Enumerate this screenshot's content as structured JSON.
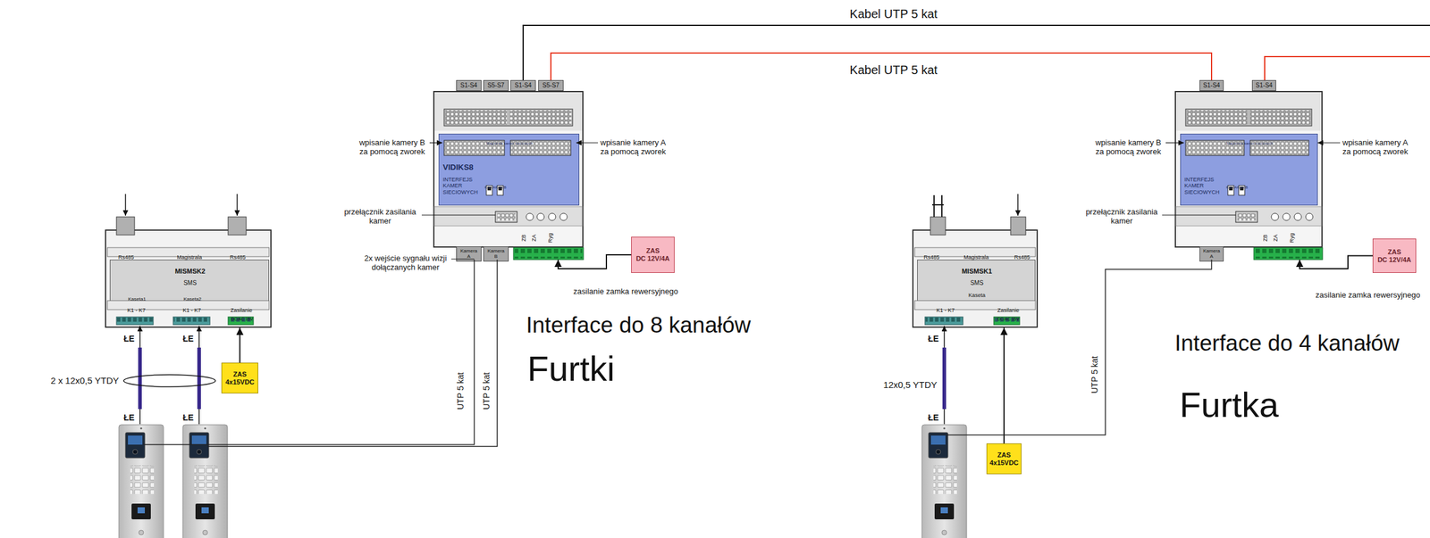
{
  "diagram": {
    "nodes": [
      {
        "text": [
          "Rs485",
          "Magistrala",
          "Rs485",
          "K1 - K7",
          "K1 - K7",
          "Zasilanie",
          "DC/AC 15V"
        ]
      },
      {
        "text": [
          "MISMSK2",
          "SMS",
          "Kaseta1",
          "Kaseta2"
        ],
        "in": 0
      },
      {
        "text": [
          "ZAS",
          "4x15VDC"
        ]
      },
      {
        "text": [
          "S1-S4"
        ]
      },
      {
        "text": [
          "S5-S7"
        ]
      },
      {
        "text": [
          "S1-S4"
        ]
      },
      {
        "text": [
          "S5-S7"
        ]
      },
      {
        "text": [
          "ZB",
          "ZA",
          "Ryg"
        ]
      },
      {
        "text": [
          "Magistrala kamer sieciowych",
          "VIDIKS8",
          "INTERFEJS KAMER SIECIOWYCH",
          "Kam A",
          "Kam B"
        ],
        "in": 7
      },
      {
        "text": [
          "Kamera A"
        ],
        "in": 7
      },
      {
        "text": [
          "Kamera B"
        ],
        "in": 7
      },
      {
        "text": [
          "ZAS",
          "DC 12V/4A"
        ]
      },
      {
        "text": [
          "Rs485",
          "Magistrala",
          "Rs485",
          "K1 - K7",
          "Zasilanie",
          "DC/AC 15V"
        ]
      },
      {
        "text": [
          "MISMSK1",
          "SMS",
          "Kaseta"
        ],
        "in": 12
      },
      {
        "text": [
          "ZAS",
          "4x15VDC"
        ]
      },
      {
        "text": [
          "S1-S4"
        ]
      },
      {
        "text": [
          "S1-S4"
        ]
      },
      {
        "text": [
          "ZB",
          "ZA",
          "Ryg"
        ]
      },
      {
        "text": [
          "Magistrala kamer sieciowych",
          "INTERFEJS KAMER SIECIOWYCH",
          "Kam A",
          "Kam B"
        ],
        "in": 17
      },
      {
        "text": [
          "Kamera A"
        ],
        "in": 17
      },
      {
        "text": [
          "ZAS",
          "DC 12V/4A"
        ]
      }
    ],
    "edges": [
      {
        "from": 6,
        "to": 15,
        "label": "Kabel UTP 5 kat",
        "arrow": "none"
      },
      {
        "from": 2,
        "to": 0,
        "arrow": "to"
      },
      {
        "from": 11,
        "to": 7,
        "arrow": "to"
      },
      {
        "from": 14,
        "to": 12,
        "arrow": "to"
      },
      {
        "from": 20,
        "to": 17,
        "arrow": "to"
      }
    ],
    "labels": [
      "Kabel UTP 5 kat",
      "wpisanie kamery B za pomocą zworek",
      "wpisanie kamery A za pomocą zworek",
      "przełącznik zasilania kamer",
      "2x wejście sygnału wizji dołączanych kamer",
      "zasilanie zamka rewersyjnego",
      "Interface do 8 kanałów",
      "Furtki",
      "ŁE",
      "ŁE",
      "2 x 12x0,5 YTDY",
      "ŁE",
      "ŁE",
      "UTP 5 kat",
      "UTP 5 kat",
      "wpisanie kamery B za pomocą zworek",
      "wpisanie kamery A za pomocą zworek",
      "przełącznik zasilania kamer",
      "zasilanie zamka rewersyjnego",
      "Interface do 4 kanałów",
      "ŁE",
      "12x0,5 YTDY",
      "ŁE",
      "UTP 5 kat",
      "Furtka"
    ]
  }
}
